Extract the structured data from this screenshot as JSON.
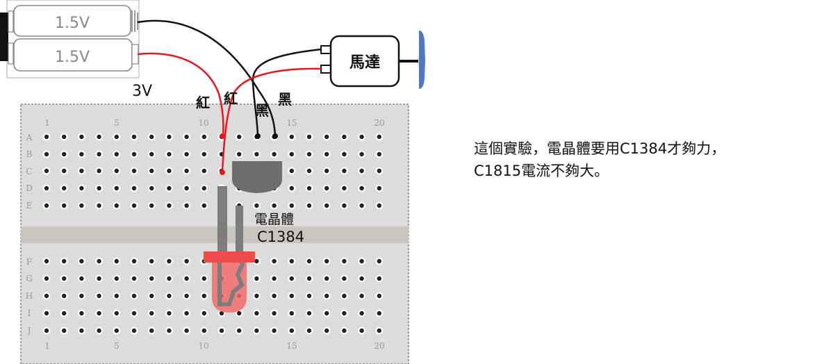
{
  "batteries": [
    {
      "label": "1.5V"
    },
    {
      "label": "1.5V"
    }
  ],
  "battery_total_label": "3V",
  "motor": {
    "label": "馬達"
  },
  "wire_labels": {
    "red_1": "紅",
    "red_2": "紅",
    "black_1": "黑",
    "black_2": "黑"
  },
  "breadboard": {
    "column_numbers": [
      "1",
      "5",
      "10",
      "15",
      "20"
    ],
    "row_letters_top": [
      "A",
      "B",
      "C",
      "D",
      "E"
    ],
    "row_letters_bottom": [
      "F",
      "G",
      "H",
      "I",
      "J"
    ]
  },
  "transistor": {
    "name_label": "電晶體",
    "model_label": "C1384"
  },
  "note": {
    "line1": "這個實驗，電晶體要用C1384才夠力，",
    "line2": "C1815電流不夠大。"
  },
  "colors": {
    "red_wire": "#e8161b",
    "black_wire": "#111111",
    "breadboard": "#dcdcdc",
    "breadboard_divider": "#c9c4bd",
    "led": "#f26a6a",
    "transistor": "#6d6d6d",
    "propeller": "#4f79c8"
  }
}
